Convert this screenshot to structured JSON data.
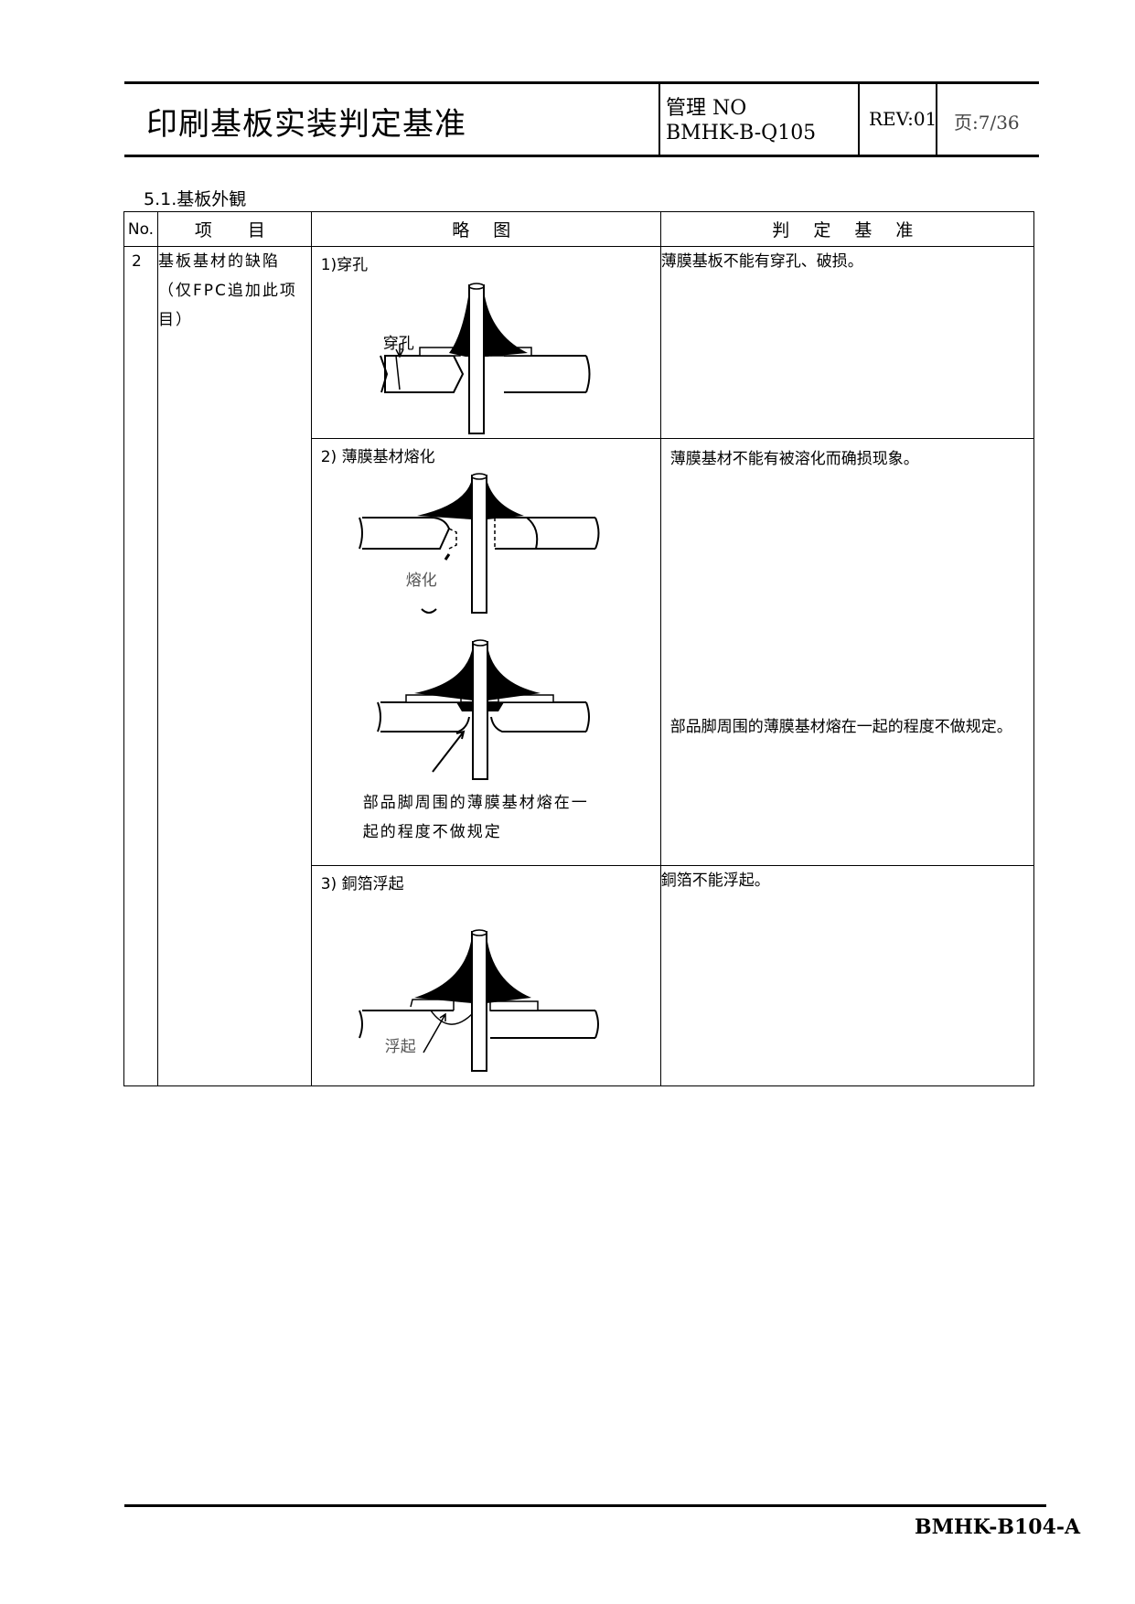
{
  "header": {
    "title": "印刷基板实装判定基准",
    "mgmt_label": "管理 NO",
    "mgmt_no": "BMHK-B-Q105",
    "rev": "REV:01",
    "page": "页:7/36"
  },
  "section_title": "5.1.基板外観",
  "table": {
    "headers": {
      "no": "No.",
      "item": "项　目",
      "sketch": "略 图",
      "criteria": "判 定 基 准"
    },
    "row": {
      "no": "2",
      "item": "基板基材的缺陷（仅FPC追加此项目）",
      "sub": [
        {
          "sketch_title": "1)穿孔",
          "sketch_label": "穿孔",
          "criteria": "薄膜基板不能有穿孔、破损。"
        },
        {
          "sketch_title": "2) 薄膜基材熔化",
          "sketch_label": "熔化",
          "criteria": "薄膜基材不能有被溶化而确损现象。"
        },
        {
          "sketch_caption": "部品脚周围的薄膜基材熔在一起的程度不做规定",
          "criteria": "部品脚周围的薄膜基材熔在一起的程度不做规定。"
        },
        {
          "sketch_title": "3) 銅箔浮起",
          "sketch_label": "浮起",
          "criteria": "銅箔不能浮起。"
        }
      ]
    }
  },
  "footer": {
    "code": "BMHK-B104-A"
  }
}
